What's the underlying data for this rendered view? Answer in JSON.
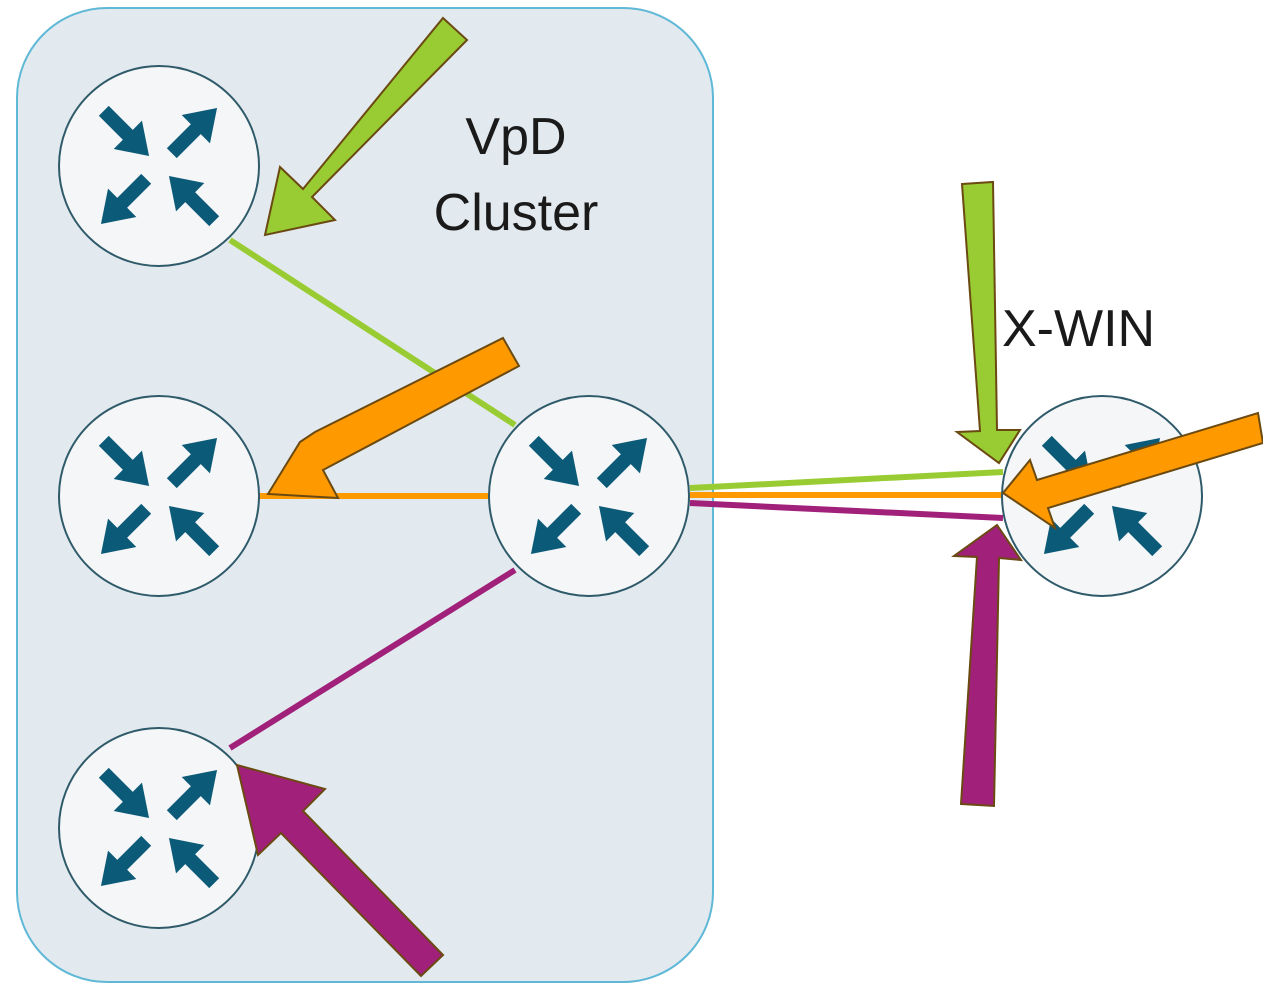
{
  "cluster": {
    "title_line1": "VpD",
    "title_line2": "Cluster"
  },
  "external": {
    "title": "X-WIN"
  },
  "routers": [
    {
      "name": "router-top-left",
      "icon": "router-icon"
    },
    {
      "name": "router-middle-left",
      "icon": "router-icon"
    },
    {
      "name": "router-bottom-left",
      "icon": "router-icon"
    },
    {
      "name": "router-cluster-hub",
      "icon": "router-icon"
    },
    {
      "name": "router-xwin",
      "icon": "router-icon"
    }
  ],
  "colors": {
    "cluster_fill": "#e3eaef",
    "cluster_stroke": "#5fb8d6",
    "router_fill": "#f5f6f7",
    "router_stroke": "#2e5a6a",
    "router_arrow": "#0b5a78",
    "green": "#99cc33",
    "orange": "#ff9900",
    "purple": "#a0207a",
    "arrow_outline": "#6b4a12"
  }
}
